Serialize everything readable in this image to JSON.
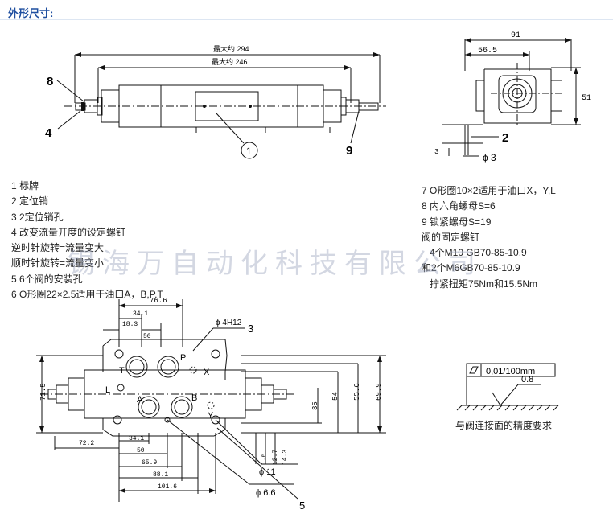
{
  "header": {
    "title": "外形尺寸:"
  },
  "watermark": {
    "text": "锡海万自动化科技有限公司"
  },
  "top_view": {
    "dim_overall": "最大约 294",
    "dim_body": "最大约 246",
    "callout_8": "8",
    "callout_4": "4",
    "callout_1": "1",
    "callout_9": "9"
  },
  "side_view": {
    "dim_width": "91",
    "dim_offset": "56.5",
    "dim_height": "51",
    "callout_2": "2",
    "dim_3": "3",
    "dim_phi3": "ϕ 3"
  },
  "notes_left": [
    "1 标牌",
    "2 定位销",
    "3 2定位销孔",
    "4 改变流量开度的设定螺钉",
    "逆时针旋转=流量变大",
    "顺时针旋转=流量变小",
    "5 6个阀的安装孔",
    "6 O形圈22×2.5适用于油口A，B,P,T"
  ],
  "notes_right": [
    "7 O形圈10×2适用于油口X，Y,L",
    "8 内六角螺母S=6",
    "9 锁紧螺母S=19",
    "阀的固定螺钉",
    "   4个M10 GB70-85-10.9",
    "和2个M6GB70-85-10.9",
    "   拧紧扭矩75Nm和15.5Nm"
  ],
  "bottom_view": {
    "dim_76_6": "76.6",
    "dim_34_1_top": "34.1",
    "dim_18_3": "18.3",
    "dim_50": "50",
    "phi_4h12": "ϕ 4H12",
    "callout_3": "3",
    "port_p": "P",
    "port_t": "T",
    "port_x": "X",
    "port_l": "L",
    "port_a": "A",
    "port_b": "B",
    "port_y": "Y",
    "dim_71_5": "71.5",
    "dim_35": "35",
    "dim_54": "54",
    "dim_55_6": "55.6",
    "dim_69_9": "69.9",
    "dim_72_2": "72.2",
    "dim_34_1_bot": "34.1",
    "dim_50_bot": "50",
    "dim_65_9": "65.9",
    "dim_88_1": "88.1",
    "dim_101_6": "101.6",
    "dim_1_6": "1.6",
    "dim_12_7": "12.7",
    "dim_14_3": "14.3",
    "phi_11": "ϕ 11",
    "phi_6_6": "ϕ 6.6",
    "callout_5": "5"
  },
  "flatness": {
    "tolerance": "0,01/100mm",
    "roughness": "0.8",
    "caption": "与阀连接面的精度要求"
  }
}
